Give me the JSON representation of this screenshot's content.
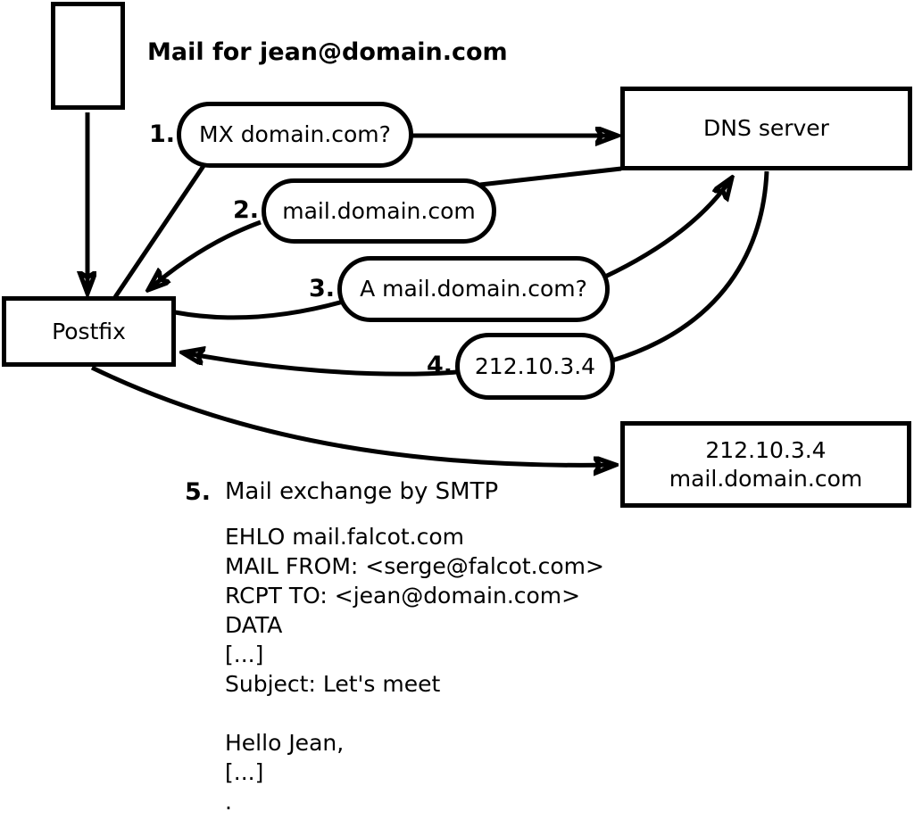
{
  "title": "Mail for jean@domain.com",
  "nodes": {
    "dns_server": {
      "label": "DNS server"
    },
    "postfix": {
      "label": "Postfix"
    },
    "mail_server": {
      "line1": "212.10.3.4",
      "line2": "mail.domain.com"
    }
  },
  "steps": [
    {
      "number": "1.",
      "label": "MX domain.com?"
    },
    {
      "number": "2.",
      "label": "mail.domain.com"
    },
    {
      "number": "3.",
      "label": "A mail.domain.com?"
    },
    {
      "number": "4.",
      "label": "212.10.3.4"
    },
    {
      "number": "5.",
      "label": "Mail exchange by SMTP"
    }
  ],
  "smtp_session": {
    "text": "EHLO mail.falcot.com\nMAIL FROM: <serge@falcot.com>\nRCPT TO: <jean@domain.com>\nDATA\n[...]\nSubject: Let's meet\n\nHello Jean,\n[...]\n."
  },
  "colors": {
    "stroke": "#000000",
    "background": "#ffffff"
  }
}
